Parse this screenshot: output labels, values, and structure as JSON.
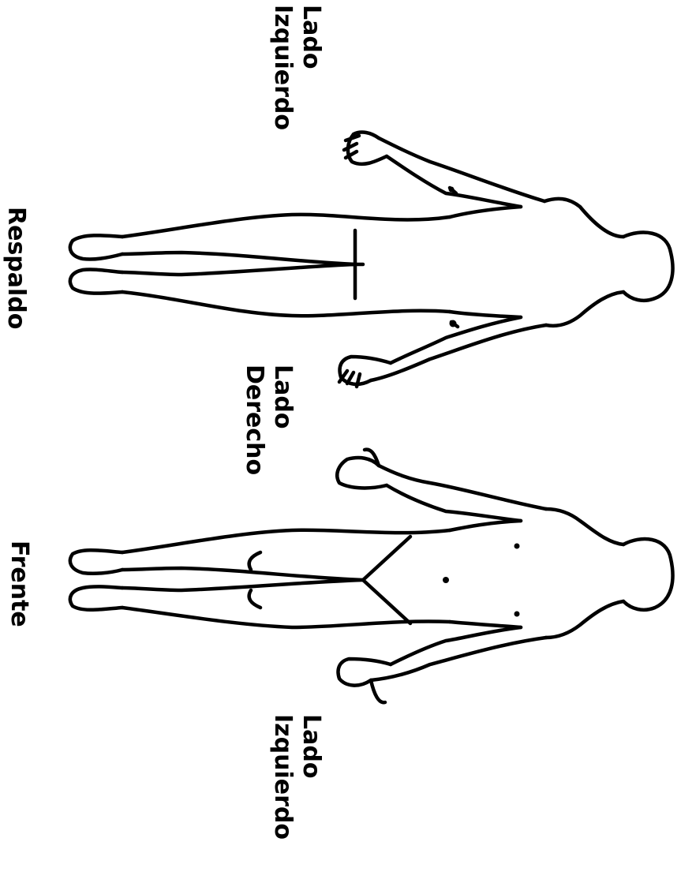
{
  "labels": {
    "back_left_side": [
      "Lado",
      "Izquierdo"
    ],
    "back_view": "Respaldo",
    "right_side": [
      "Lado",
      "Derecho"
    ],
    "front_view": "Frente",
    "front_left_side": [
      "Lado",
      "Izquierdo"
    ]
  },
  "colors": {
    "ink": "#000000",
    "background": "#ffffff"
  },
  "icons": [
    "body-back-outline-icon",
    "body-front-outline-icon"
  ]
}
